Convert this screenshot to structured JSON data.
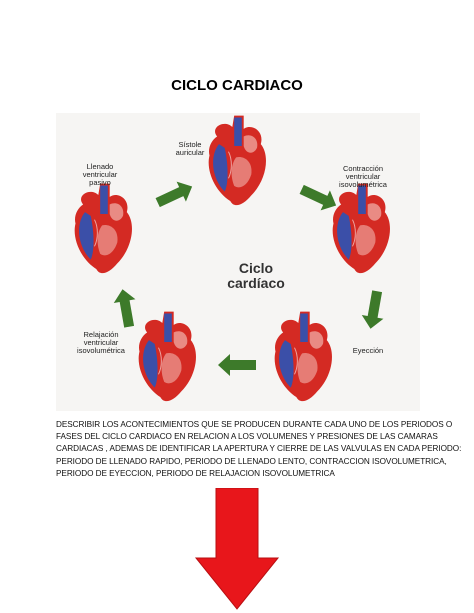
{
  "title": "CICLO CARDIACO",
  "diagram": {
    "center_title": [
      "Ciclo",
      "cardíaco"
    ],
    "phases": [
      {
        "lines": [
          "Sístole",
          "auricular"
        ]
      },
      {
        "lines": [
          "Contracción",
          "ventricular",
          "isovolumétrica"
        ]
      },
      {
        "lines": [
          "Eyección"
        ]
      },
      {
        "lines": [
          "Relajación",
          "ventricular",
          "isovolumétrica"
        ]
      },
      {
        "lines": [
          "Llenado",
          "ventricular",
          "pasivo"
        ]
      }
    ],
    "colors": {
      "arrow_green": "#3d7a2a",
      "heart_red": "#d42a23",
      "heart_blue": "#3b4fa8",
      "heart_pink": "#e98b84"
    }
  },
  "description": [
    "DESCRIBIR LOS ACONTECIMIENTOS QUE SE PRODUCEN DURANTE CADA UNO DE LOS PERIODOS  O",
    "FASES DEL CICLO CARDIACO EN RELACION A LOS VOLUMENES  Y PRESIONES DE LAS CAMARAS",
    "CARDIACAS , ADEMAS DE IDENTIFICAR LA APERTURA Y CIERRE DE LAS VALVULAS EN CADA PERIODO:",
    "PERIODO DE LLENADO RAPIDO, PERIODO DE LLENADO LENTO, CONTRACCION ISOVOLUMETRICA,",
    "PERIODO DE EYECCION, PERIODO DE RELAJACION ISOVOLUMETRICA"
  ],
  "big_arrow": {
    "color": "#e8161b",
    "direction": "down"
  }
}
